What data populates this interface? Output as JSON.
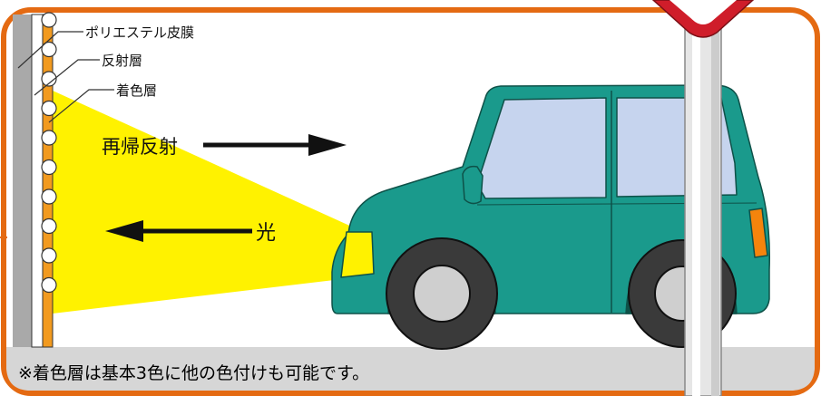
{
  "labels": {
    "film": "ポリエステル皮膜",
    "reflect_layer": "反射層",
    "color_layer": "着色層",
    "retroreflection": "再帰反射",
    "light": "光"
  },
  "footer": {
    "note": "※着色層は基本3色に他の色付けも可能です。"
  },
  "colors": {
    "frame_orange": "#e46a12",
    "light_beam": "#fff200",
    "car_body": "#1a9a8c",
    "window": "#c6d4ee",
    "tire": "#3a3a3a",
    "hubcap": "#cfcfcf",
    "signal": "#f5840c",
    "footer_bg": "#d6d6d6"
  }
}
